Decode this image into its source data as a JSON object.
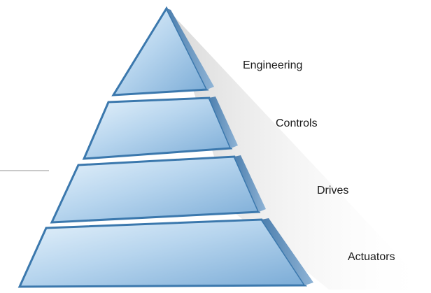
{
  "diagram": {
    "type": "pyramid",
    "layers": [
      {
        "label": "Engineering"
      },
      {
        "label": "Controls"
      },
      {
        "label": "Drives"
      },
      {
        "label": "Actuators"
      }
    ],
    "colors": {
      "face_light": "#d9ebf8",
      "face_mid": "#a9cce8",
      "face_dark": "#6fa3cf",
      "edge": "#2f6ea3",
      "side_shade": "#5f8fb8"
    }
  }
}
